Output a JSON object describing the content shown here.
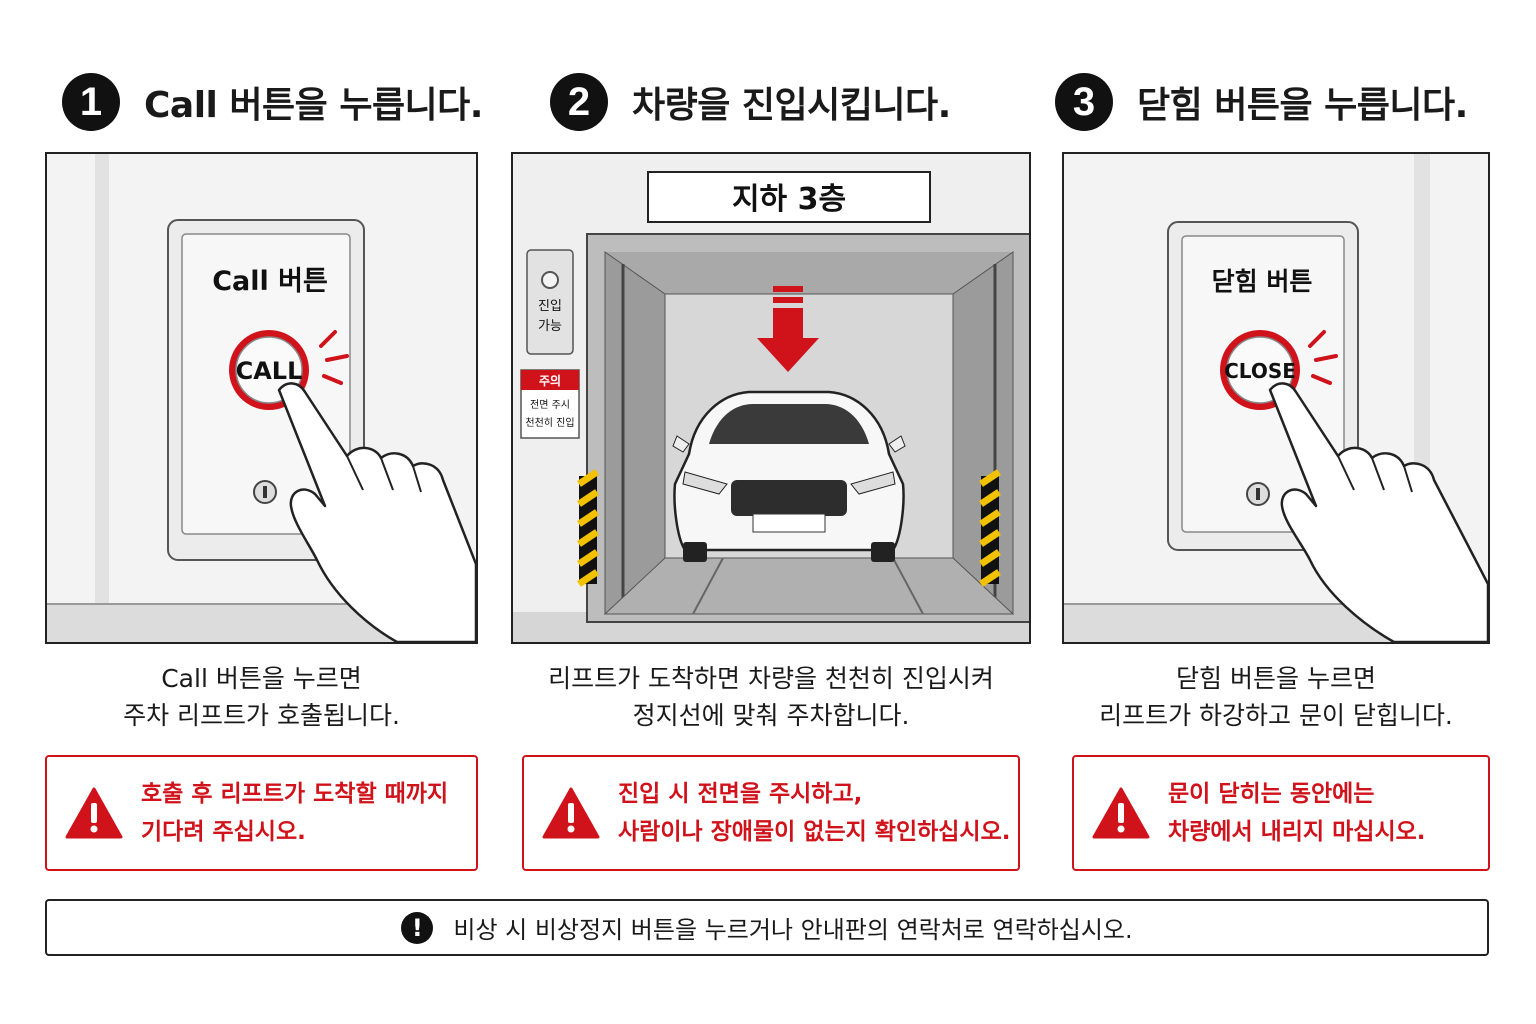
{
  "steps": [
    {
      "number": "1",
      "title": "Call 버튼을 누릅니다.",
      "panel": {
        "plate_label": "Call 버튼",
        "button_text": "CALL"
      },
      "description": [
        "Call 버튼을 누르면",
        "주차 리프트가 호출됩니다."
      ],
      "warning": [
        "호출 후 리프트가 도착할 때까지",
        "기다려 주십시오."
      ]
    },
    {
      "number": "2",
      "title": "차량을 진입시킵니다.",
      "panel": {
        "floor_sign": "지하 3층",
        "entry_indicator": [
          "진입",
          "가능"
        ],
        "caution_title": "주의",
        "caution_lines": [
          "전면 주시",
          "천천히 진입"
        ]
      },
      "description": [
        "리프트가 도착하면 차량을 천천히 진입시켜",
        "정지선에 맞춰 주차합니다."
      ],
      "warning": [
        "진입 시 전면을 주시하고,",
        "사람이나 장애물이 없는지 확인하십시오."
      ]
    },
    {
      "number": "3",
      "title": "닫힘 버튼을 누릅니다.",
      "panel": {
        "plate_label": "닫힘 버튼",
        "button_text": "CLOSE"
      },
      "description": [
        "닫힘 버튼을 누르면",
        "리프트가 하강하고 문이 닫힙니다."
      ],
      "warning": [
        "문이 닫히는 동안에는",
        "차량에서 내리지 마십시오."
      ]
    }
  ],
  "emergency_notice": "비상 시 비상정지 버튼을 누르거나 안내판의 연락처로 연락하십시오.",
  "colors": {
    "accent_red": "#d0121b",
    "dark": "#111111",
    "hazard_yellow": "#f2c200"
  },
  "icons": {
    "warning": "warning-triangle-icon",
    "notice": "exclamation-circle-icon",
    "hand": "pointing-hand-icon"
  }
}
